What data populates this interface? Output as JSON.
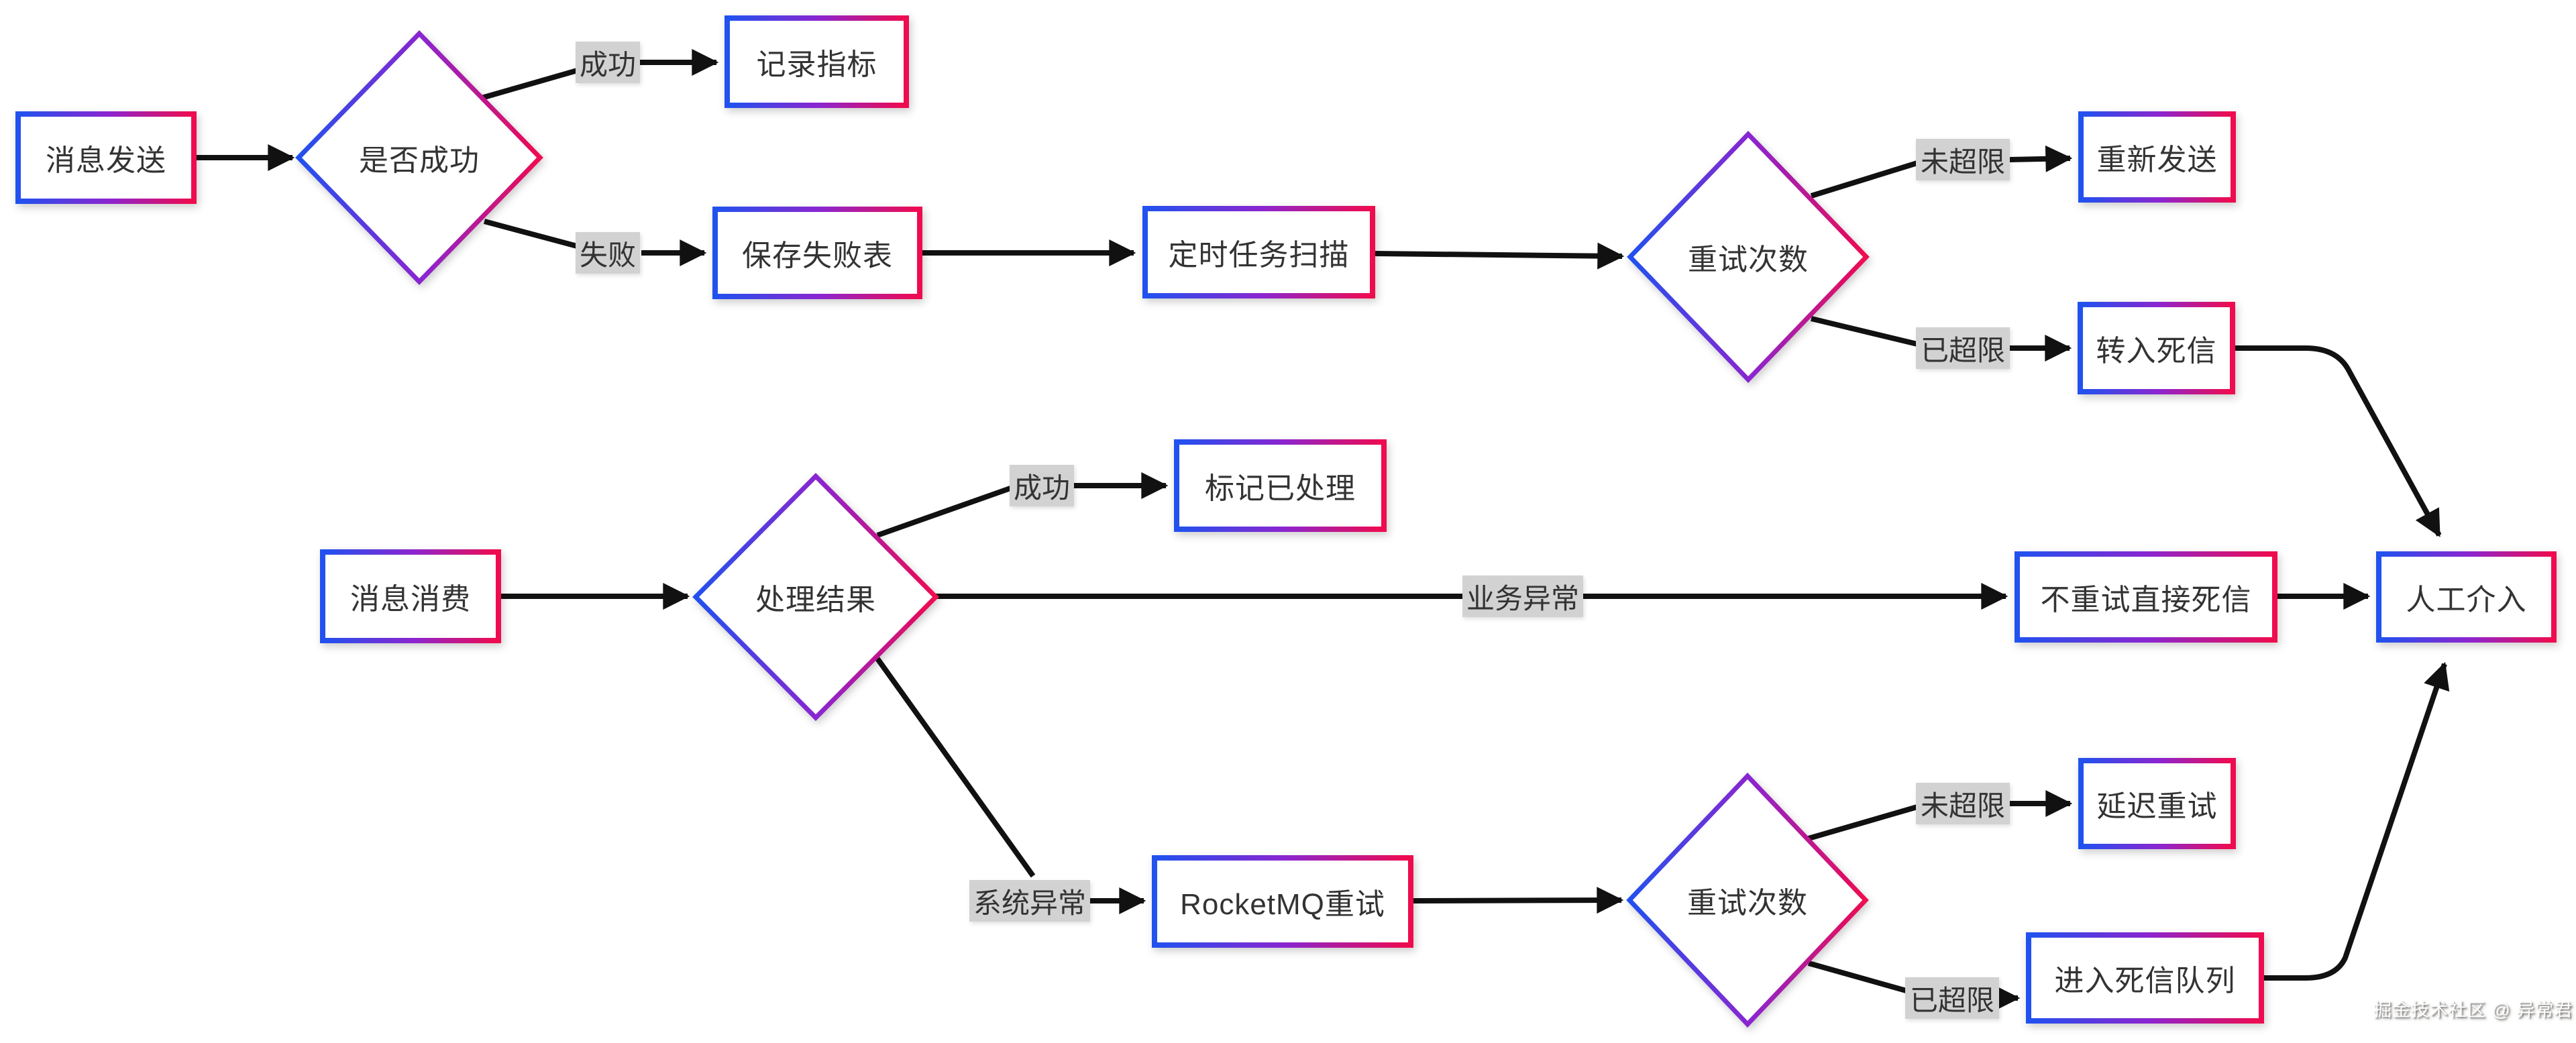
{
  "watermark": "掘金技术社区 @ 异常君",
  "colors": {
    "gradient_blue": "#2151EF",
    "gradient_purple": "#8C25CF",
    "gradient_pink": "#EF0B4F",
    "edge_line": "#111111",
    "edge_label_bg": "#D2D2D2",
    "node_text": "#333333"
  },
  "nodes": {
    "msg_send": {
      "label": "消息发送",
      "shape": "rect"
    },
    "is_success": {
      "label": "是否成功",
      "shape": "diamond"
    },
    "record_metrics": {
      "label": "记录指标",
      "shape": "rect"
    },
    "save_fail_table": {
      "label": "保存失败表",
      "shape": "rect"
    },
    "scheduled_scan": {
      "label": "定时任务扫描",
      "shape": "rect"
    },
    "retry_count_send": {
      "label": "重试次数",
      "shape": "diamond"
    },
    "resend": {
      "label": "重新发送",
      "shape": "rect"
    },
    "to_dead_letter": {
      "label": "转入死信",
      "shape": "rect"
    },
    "msg_consume": {
      "label": "消息消费",
      "shape": "rect"
    },
    "process_result": {
      "label": "处理结果",
      "shape": "diamond"
    },
    "mark_processed": {
      "label": "标记已处理",
      "shape": "rect"
    },
    "no_retry_direct_dead": {
      "label": "不重试直接死信",
      "shape": "rect"
    },
    "manual_intervention": {
      "label": "人工介入",
      "shape": "rect"
    },
    "rocketmq_retry": {
      "label": "RocketMQ重试",
      "shape": "rect"
    },
    "retry_count_consume": {
      "label": "重试次数",
      "shape": "diamond"
    },
    "delay_retry": {
      "label": "延迟重试",
      "shape": "rect"
    },
    "enter_dlq": {
      "label": "进入死信队列",
      "shape": "rect"
    }
  },
  "edge_labels": {
    "send_success": "成功",
    "send_fail": "失败",
    "send_not_exceeded": "未超限",
    "send_exceeded": "已超限",
    "consume_success": "成功",
    "business_exception": "业务异常",
    "system_exception": "系统异常",
    "consume_not_exceeded": "未超限",
    "consume_exceeded": "已超限"
  }
}
